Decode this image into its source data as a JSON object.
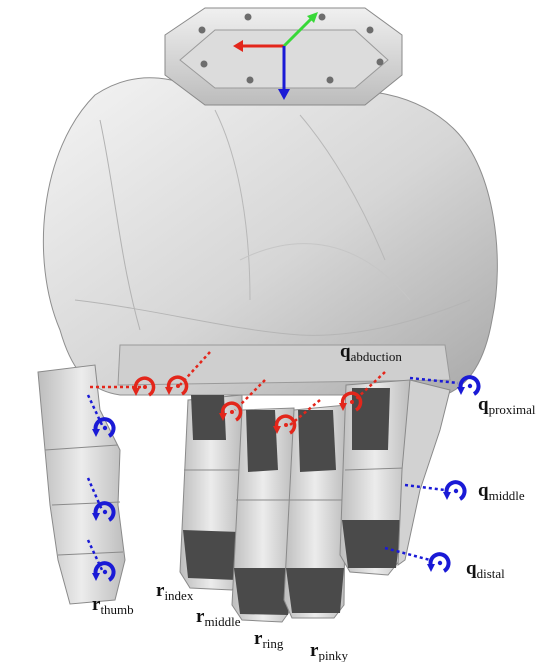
{
  "colors": {
    "background": "#ffffff",
    "hand_body": "#d9d9d9",
    "hand_shadow": "#a9a9a9",
    "hand_highlight": "#f3f3f3",
    "finger_pad": "#4a4a4a",
    "abduction_joint": "#e3261b",
    "flexion_joint": "#1a1ad6",
    "axis_x": "#e3261b",
    "axis_y": "#38d838",
    "axis_z": "#1a1ad6",
    "text": "#111111"
  },
  "icons": {
    "abduction_joint": "rotation-arrow-icon",
    "flexion_joint": "rotation-arrow-icon",
    "frame": "coordinate-frame-icon"
  },
  "labels": {
    "q_abduction": {
      "main": "q",
      "sub": "abduction"
    },
    "q_proximal": {
      "main": "q",
      "sub": "proximal"
    },
    "q_middle": {
      "main": "q",
      "sub": "middle"
    },
    "q_distal": {
      "main": "q",
      "sub": "distal"
    },
    "r_thumb": {
      "main": "r",
      "sub": "thumb"
    },
    "r_index": {
      "main": "r",
      "sub": "index"
    },
    "r_middle": {
      "main": "r",
      "sub": "middle"
    },
    "r_ring": {
      "main": "r",
      "sub": "ring"
    },
    "r_pinky": {
      "main": "r",
      "sub": "pinky"
    }
  }
}
